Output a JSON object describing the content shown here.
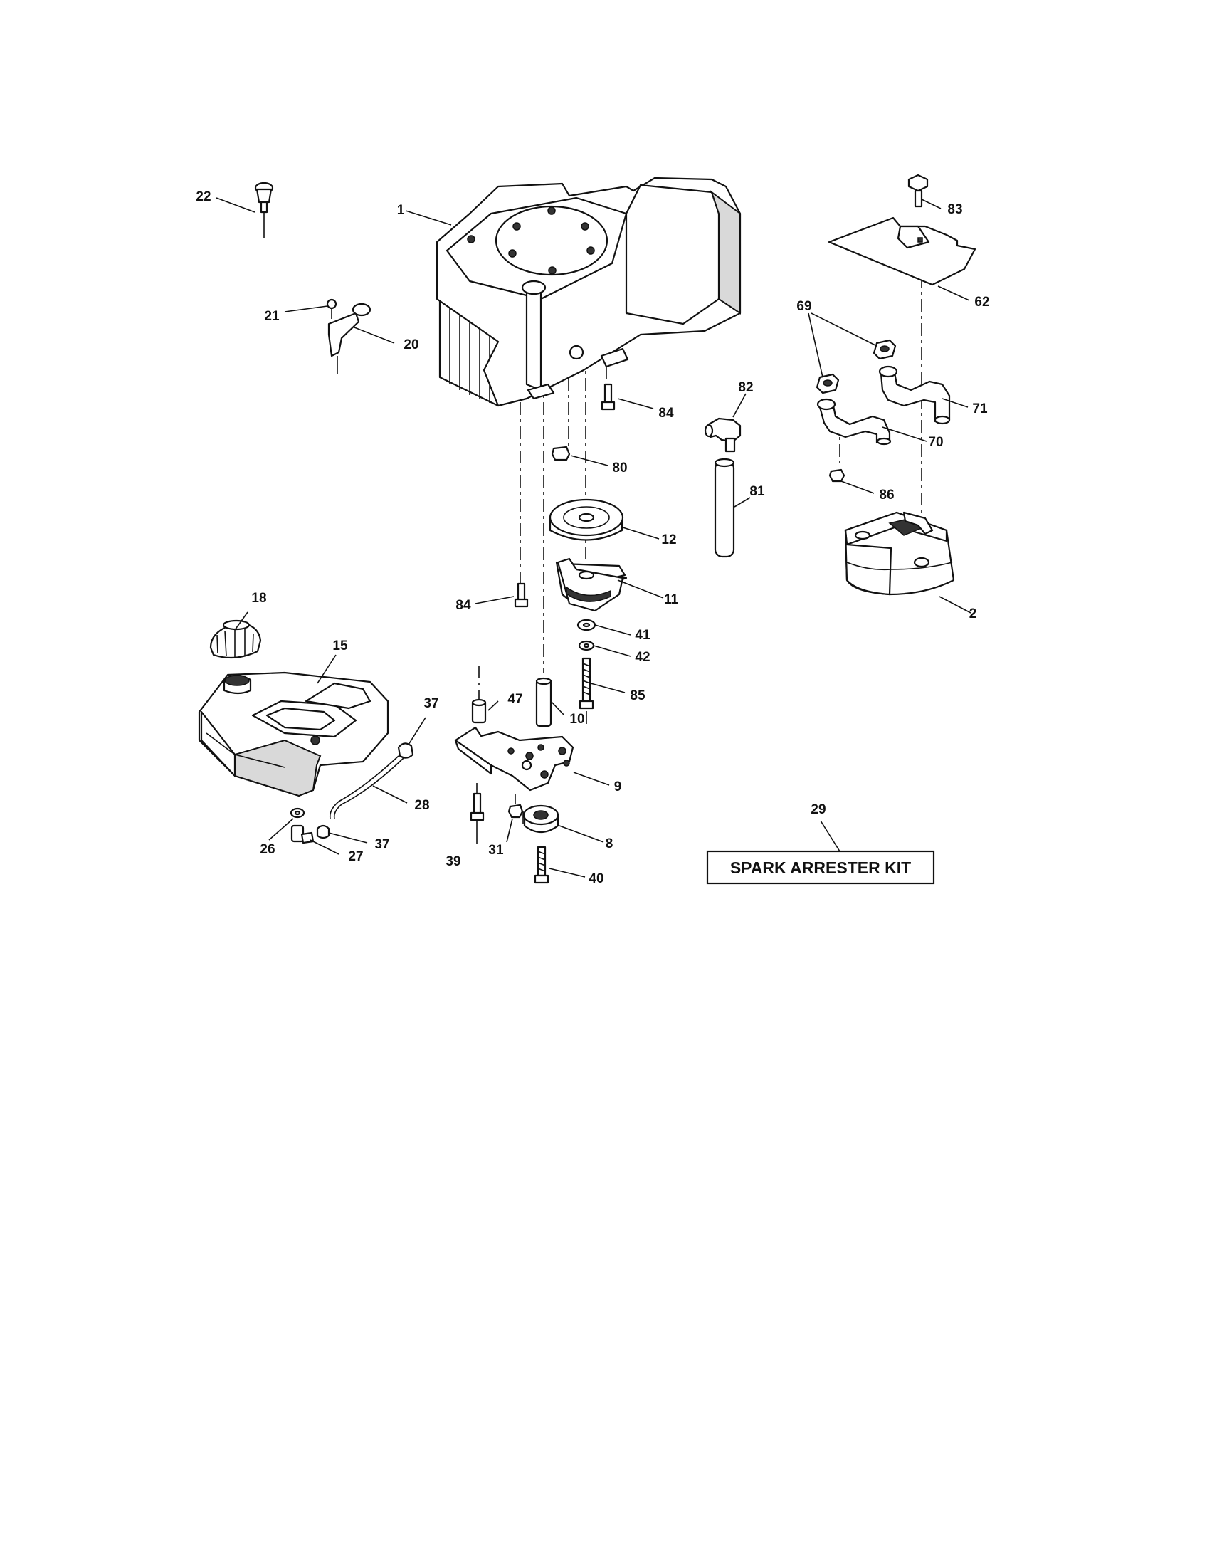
{
  "labels": {
    "p1": "1",
    "p2": "2",
    "p8": "8",
    "p9": "9",
    "p10": "10",
    "p11": "11",
    "p12": "12",
    "p15": "15",
    "p18": "18",
    "p20": "20",
    "p21": "21",
    "p22": "22",
    "p26": "26",
    "p27": "27",
    "p28": "28",
    "p29": "29",
    "p31": "31",
    "p37a": "37",
    "p37b": "37",
    "p39": "39",
    "p40": "40",
    "p41": "41",
    "p42": "42",
    "p47": "47",
    "p62": "62",
    "p69": "69",
    "p70": "70",
    "p71": "71",
    "p80": "80",
    "p81": "81",
    "p82": "82",
    "p83": "83",
    "p84a": "84",
    "p84b": "84",
    "p85": "85",
    "p86": "86"
  },
  "kit_label": "SPARK ARRESTER KIT"
}
